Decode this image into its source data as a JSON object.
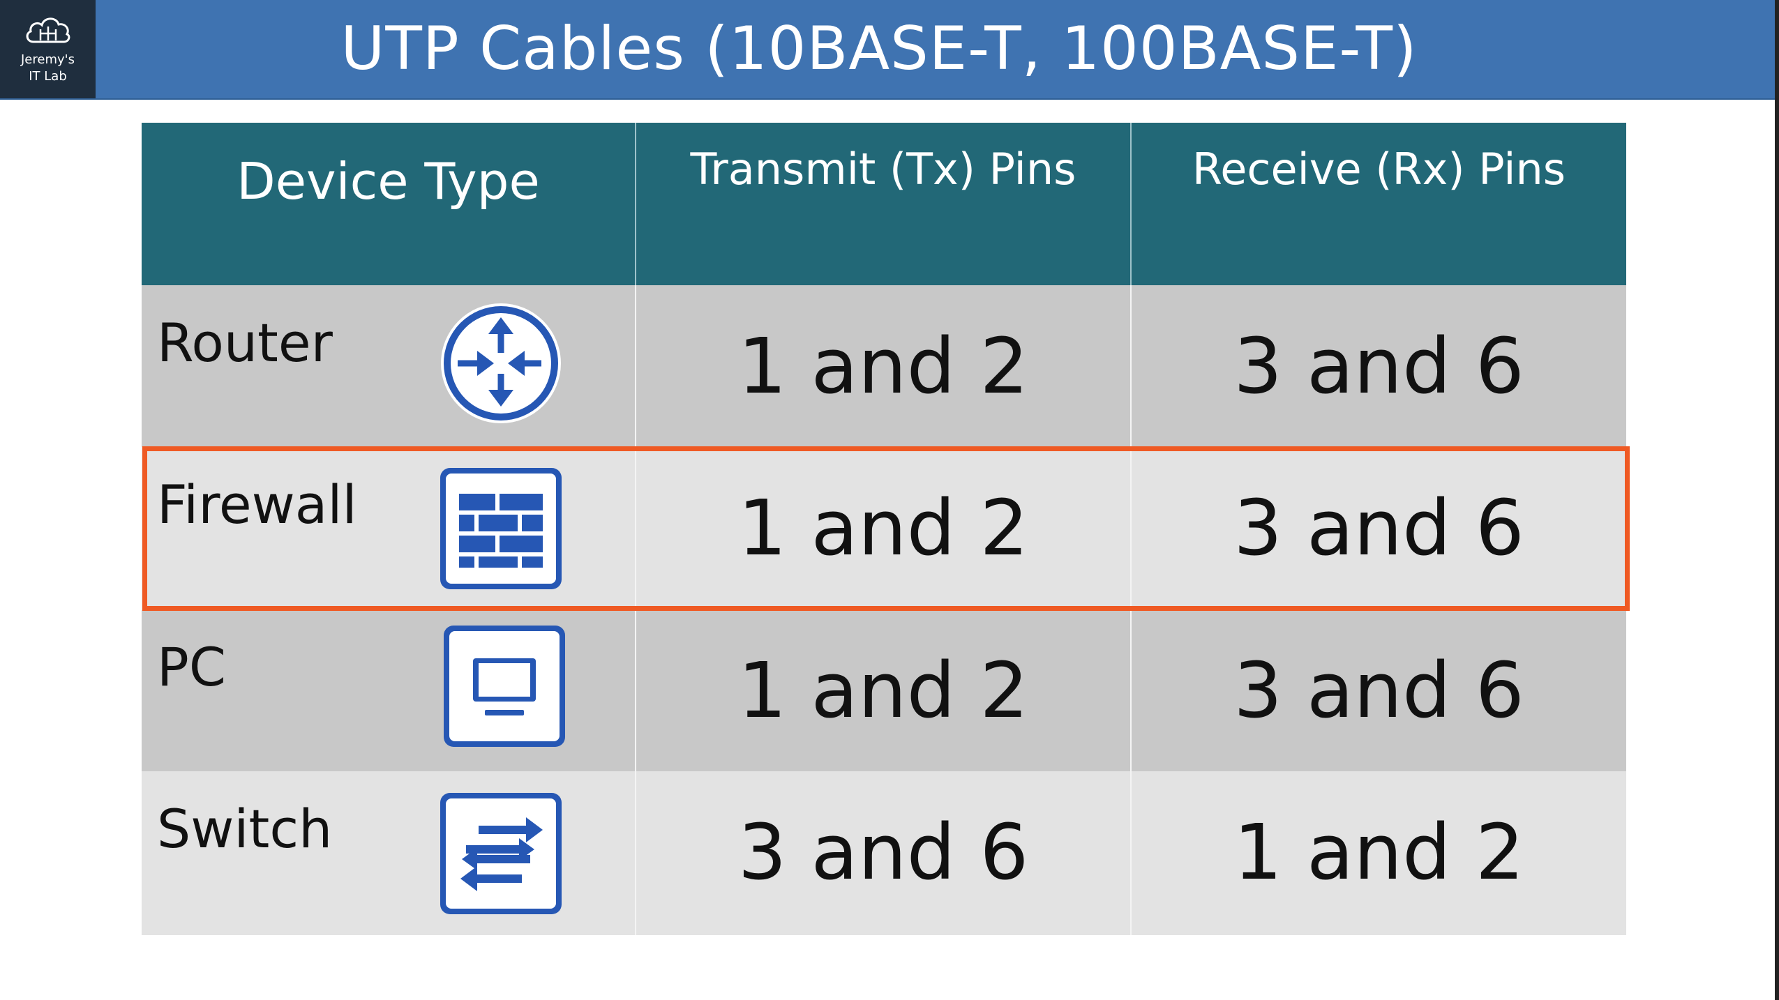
{
  "logo": {
    "line1": "Jeremy's",
    "line2": "IT Lab"
  },
  "title": "UTP Cables (10BASE-T, 100BASE-T)",
  "table": {
    "headers": [
      "Device Type",
      "Transmit (Tx) Pins",
      "Receive (Rx) Pins"
    ],
    "rows": [
      {
        "device": "Router",
        "icon": "router-icon",
        "tx": "1 and 2",
        "rx": "3 and 6"
      },
      {
        "device": "Firewall",
        "icon": "firewall-icon",
        "tx": "1 and 2",
        "rx": "3 and 6"
      },
      {
        "device": "PC",
        "icon": "pc-icon",
        "tx": "1 and 2",
        "rx": "3 and 6"
      },
      {
        "device": "Switch",
        "icon": "switch-icon",
        "tx": "3 and 6",
        "rx": "1 and 2"
      }
    ],
    "highlighted_row": "Firewall"
  },
  "colors": {
    "title_bar": "#3f73b1",
    "header": "#226877",
    "row_dark": "#c8c8c8",
    "row_light": "#e3e3e3",
    "icon": "#2657b4",
    "highlight": "#ef5a24"
  }
}
